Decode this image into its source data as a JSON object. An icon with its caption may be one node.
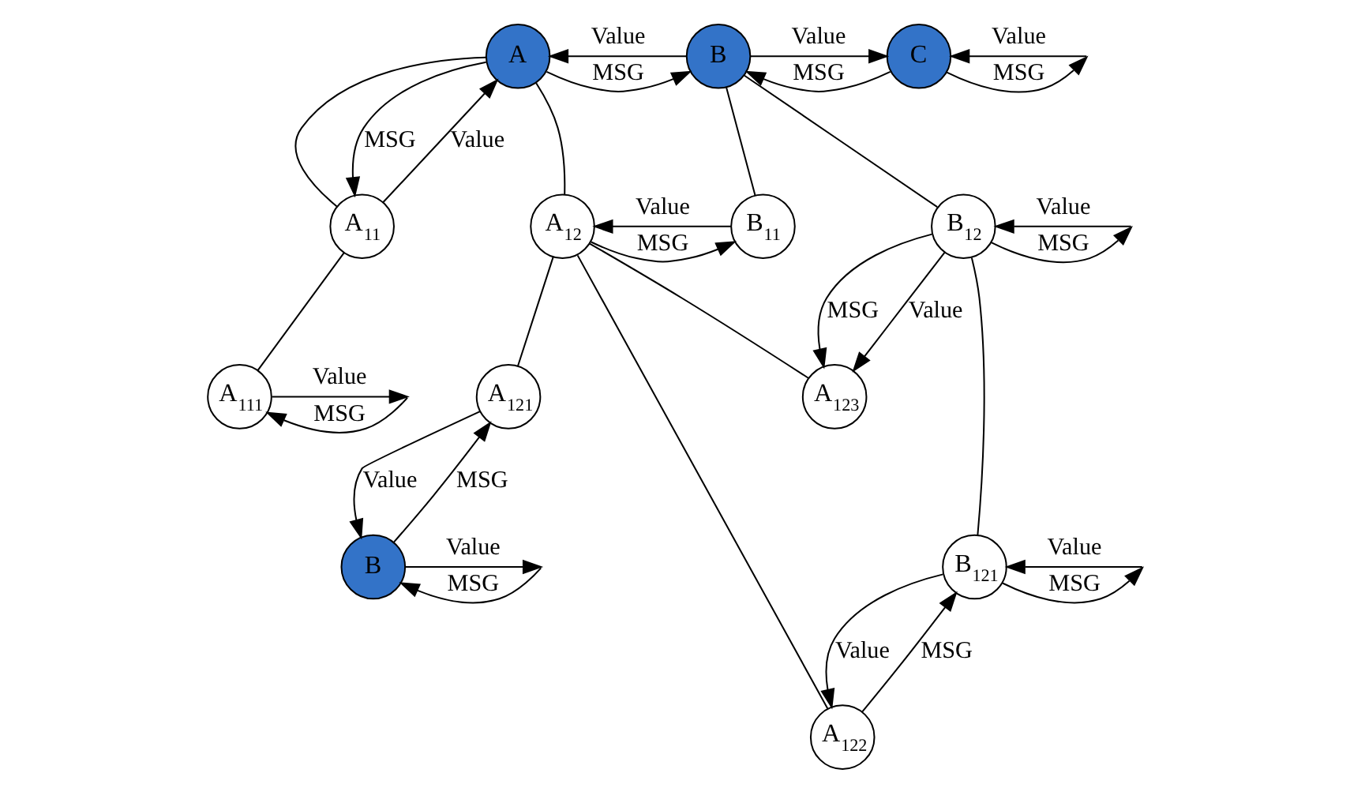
{
  "diagram": {
    "nodes": [
      {
        "text": [
          "A"
        ]
      },
      {
        "text": [
          "B"
        ]
      },
      {
        "text": [
          "C"
        ]
      },
      {
        "text": [
          "A$_{11}$"
        ]
      },
      {
        "text": [
          "A$_{12}$"
        ]
      },
      {
        "text": [
          "B$_{11}$"
        ]
      },
      {
        "text": [
          "B$_{12}$"
        ]
      },
      {
        "text": [
          "A$_{111}$"
        ]
      },
      {
        "text": [
          "A$_{121}$"
        ]
      },
      {
        "text": [
          "A$_{122}$"
        ]
      },
      {
        "text": [
          "A$_{123}$"
        ]
      },
      {
        "text": [
          "B$_{121}$"
        ]
      },
      {
        "text": [
          "B"
        ]
      }
    ],
    "edges": [
      {
        "from": 0,
        "to": 3,
        "arrow": "none"
      },
      {
        "from": 0,
        "to": 4,
        "arrow": "none"
      },
      {
        "from": 1,
        "to": 5,
        "arrow": "none"
      },
      {
        "from": 1,
        "to": 6,
        "arrow": "none"
      },
      {
        "from": 3,
        "to": 7,
        "arrow": "none"
      },
      {
        "from": 4,
        "to": 8,
        "arrow": "none"
      },
      {
        "from": 4,
        "to": 9,
        "arrow": "none"
      },
      {
        "from": 4,
        "to": 10,
        "arrow": "none"
      },
      {
        "from": 6,
        "to": 11,
        "arrow": "none"
      },
      {
        "from": 0,
        "to": 1,
        "arrow": "to",
        "label": "MSG"
      },
      {
        "from": 1,
        "to": 0,
        "arrow": "to",
        "label": "Value"
      },
      {
        "from": 2,
        "to": 1,
        "arrow": "to",
        "label": "MSG"
      },
      {
        "from": 1,
        "to": 2,
        "arrow": "to",
        "label": "Value"
      },
      {
        "from": 2,
        "to": null,
        "arrow": "to",
        "label": "MSG"
      },
      {
        "from": null,
        "to": 2,
        "arrow": "to",
        "label": "Value"
      },
      {
        "from": 0,
        "to": 3,
        "arrow": "to",
        "label": "MSG"
      },
      {
        "from": 3,
        "to": 0,
        "arrow": "to",
        "label": "Value"
      },
      {
        "from": 4,
        "to": 5,
        "arrow": "to",
        "label": "MSG"
      },
      {
        "from": 5,
        "to": 4,
        "arrow": "to",
        "label": "Value"
      },
      {
        "from": 6,
        "to": null,
        "arrow": "to",
        "label": "MSG"
      },
      {
        "from": null,
        "to": 6,
        "arrow": "to",
        "label": "Value"
      },
      {
        "from": 6,
        "to": 10,
        "arrow": "to",
        "label": "MSG"
      },
      {
        "from": 6,
        "to": 10,
        "arrow": "to",
        "label": "Value"
      },
      {
        "from": null,
        "to": 7,
        "arrow": "to",
        "label": "MSG"
      },
      {
        "from": 7,
        "to": null,
        "arrow": "to",
        "label": "Value"
      },
      {
        "from": 12,
        "to": 8,
        "arrow": "to",
        "label": "MSG"
      },
      {
        "from": 8,
        "to": 12,
        "arrow": "to",
        "label": "Value"
      },
      {
        "from": null,
        "to": 12,
        "arrow": "to",
        "label": "MSG"
      },
      {
        "from": 12,
        "to": null,
        "arrow": "to",
        "label": "Value"
      },
      {
        "from": 11,
        "to": 9,
        "arrow": "to",
        "label": "Value"
      },
      {
        "from": 9,
        "to": 11,
        "arrow": "to",
        "label": "MSG"
      },
      {
        "from": 11,
        "to": null,
        "arrow": "to",
        "label": "MSG"
      },
      {
        "from": null,
        "to": 11,
        "arrow": "to",
        "label": "Value"
      }
    ]
  }
}
